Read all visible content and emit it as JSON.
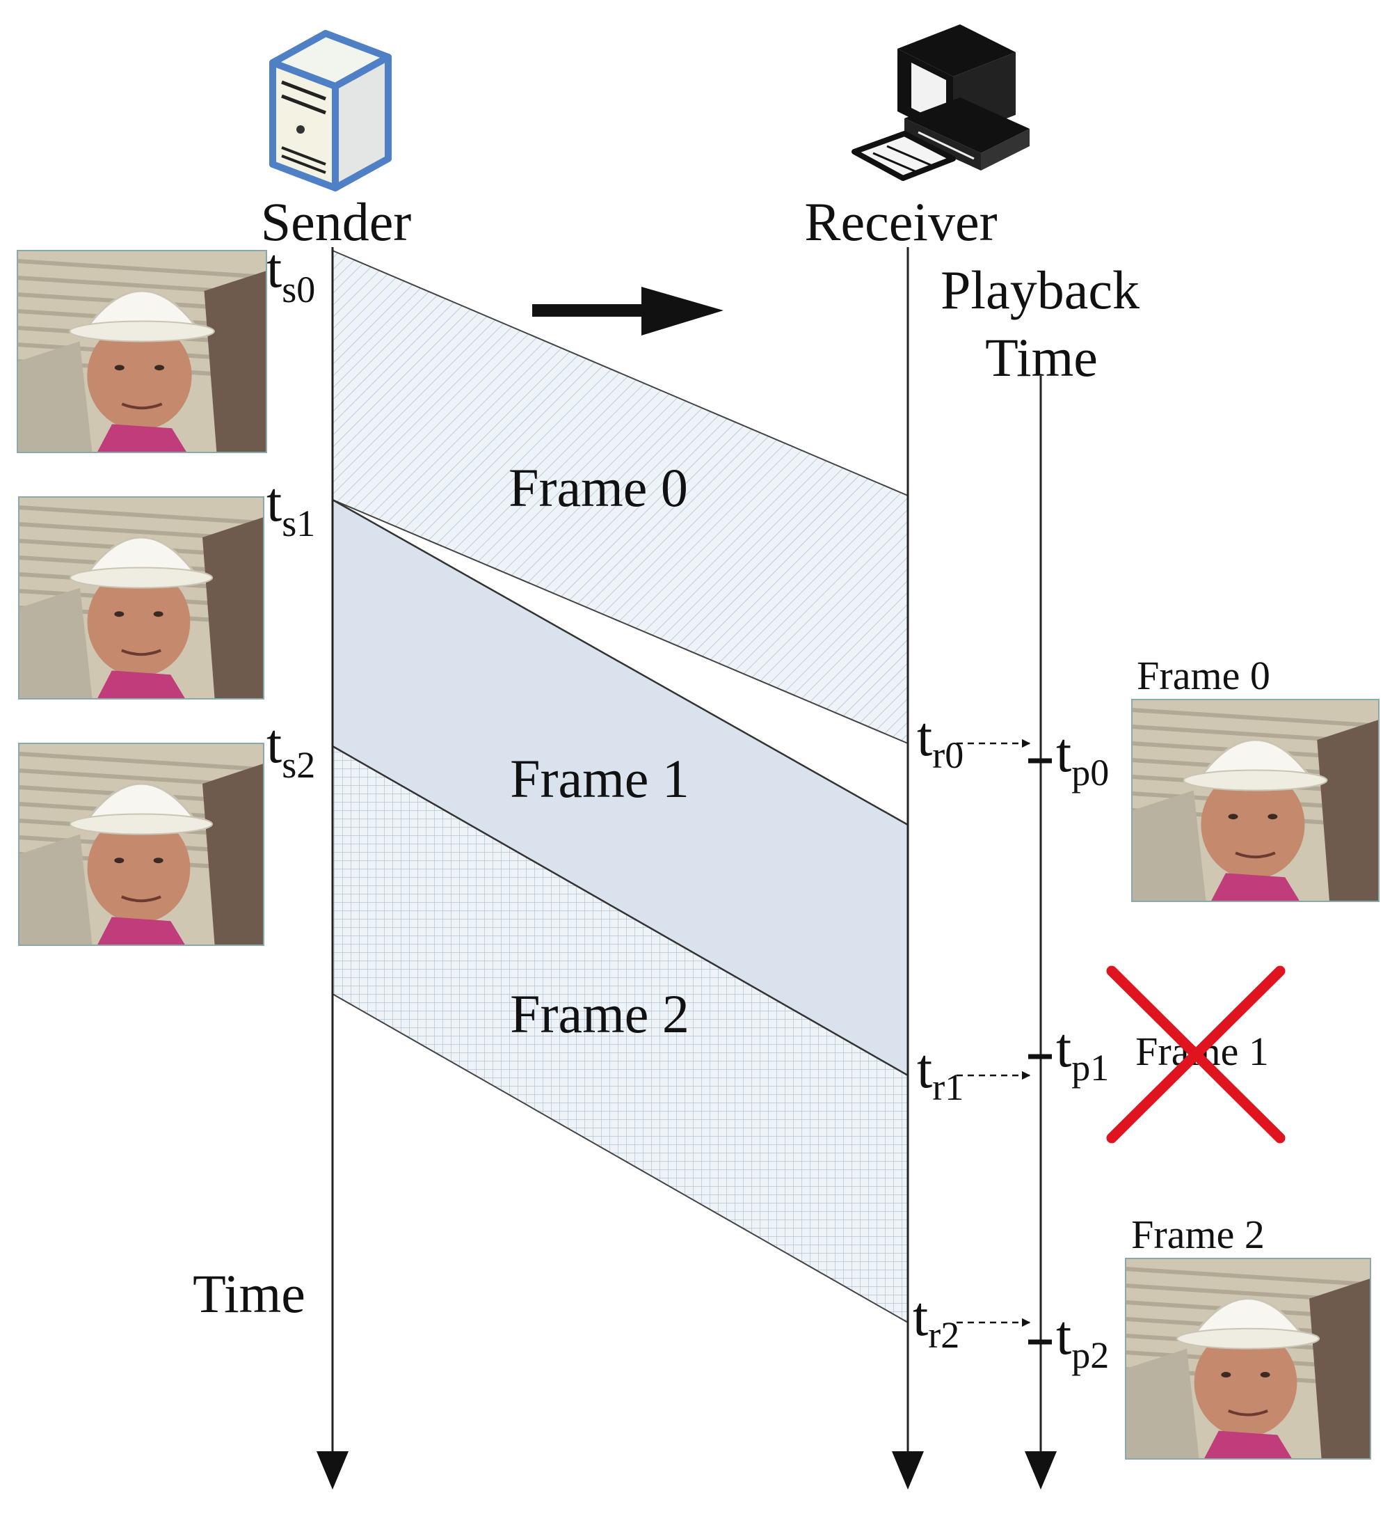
{
  "actors": {
    "sender_label": "Sender",
    "receiver_label": "Receiver",
    "playback_label_line1": "Playback",
    "playback_label_line2": "Time",
    "time_label": "Time"
  },
  "frames": [
    {
      "band_label": "Frame 0",
      "send_sub": "s0",
      "recv_sub": "r0",
      "play_sub": "p0",
      "playback_caption": "Frame 0",
      "dropped": false
    },
    {
      "band_label": "Frame 1",
      "send_sub": "s1",
      "recv_sub": "r1",
      "play_sub": "p1",
      "playback_caption": "Frame 1",
      "dropped": true
    },
    {
      "band_label": "Frame 2",
      "send_sub": "s2",
      "recv_sub": "r2",
      "play_sub": "p2",
      "playback_caption": "Frame 2",
      "dropped": false
    }
  ],
  "time_symbol": "t",
  "icons": {
    "sender": "server-tower-icon",
    "receiver": "desktop-computer-icon",
    "direction": "right-arrow-icon",
    "drop": "red-x-icon",
    "video_frame": "video-frame-thumbnail"
  },
  "colors": {
    "band_fill_0": "#e6edf5",
    "band_fill_1": "#d9e2ed",
    "band_fill_2": "#e9eff6",
    "hatch": "#9fb3c8",
    "server_outline": "#4f7fc4",
    "drop_x": "#e0141e"
  }
}
